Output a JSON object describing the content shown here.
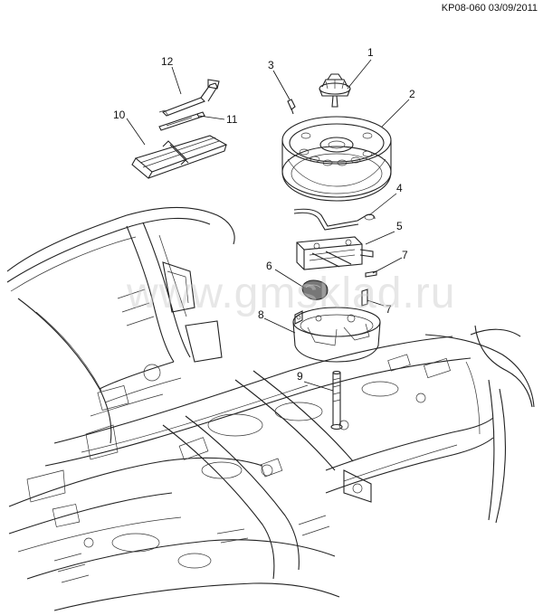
{
  "header": {
    "code": "KP08-060 03/09/2011"
  },
  "watermark": "www.gmsklad.ru",
  "callouts": [
    {
      "id": "c1",
      "text": "1"
    },
    {
      "id": "c2",
      "text": "2"
    },
    {
      "id": "c3",
      "text": "3"
    },
    {
      "id": "c4",
      "text": "4"
    },
    {
      "id": "c5",
      "text": "5"
    },
    {
      "id": "c6",
      "text": "6"
    },
    {
      "id": "c7a",
      "text": "7"
    },
    {
      "id": "c7b",
      "text": "7"
    },
    {
      "id": "c8",
      "text": "8"
    },
    {
      "id": "c9",
      "text": "9"
    },
    {
      "id": "c10",
      "text": "10"
    },
    {
      "id": "c11",
      "text": "11"
    },
    {
      "id": "c12",
      "text": "12"
    }
  ],
  "colors": {
    "line": "#222222",
    "watermark": "#c9c9c9",
    "background": "#ffffff"
  }
}
